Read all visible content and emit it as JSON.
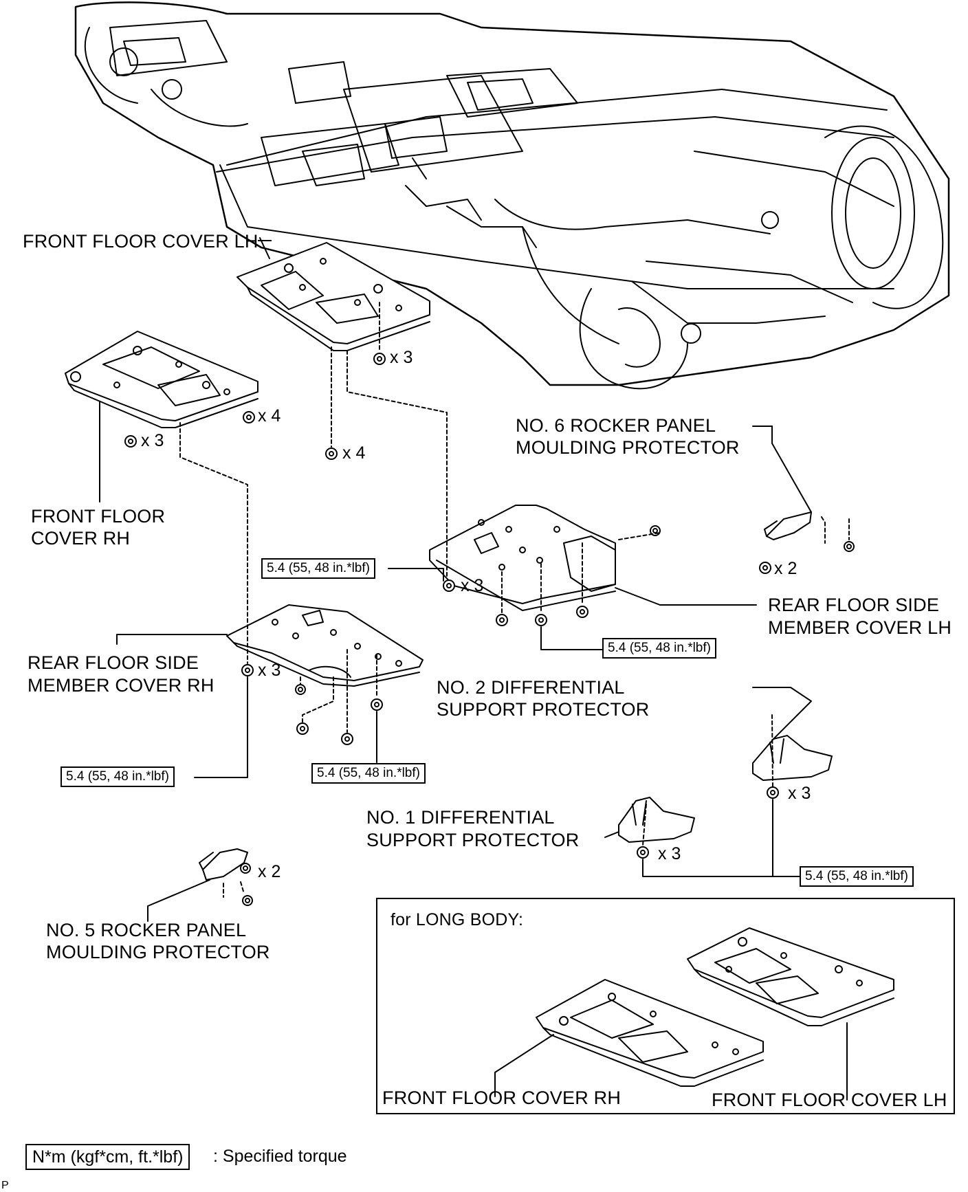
{
  "labels": {
    "front_floor_cover_lh": "FRONT FLOOR COVER LH",
    "front_floor_cover_rh_line1": "FRONT FLOOR",
    "front_floor_cover_rh_line2": "COVER RH",
    "no6_rocker_line1": "NO. 6 ROCKER PANEL",
    "no6_rocker_line2": "MOULDING PROTECTOR",
    "rear_floor_side_lh_line1": "REAR FLOOR SIDE",
    "rear_floor_side_lh_line2": "MEMBER COVER LH",
    "rear_floor_side_rh_line1": "REAR FLOOR SIDE",
    "rear_floor_side_rh_line2": "MEMBER COVER RH",
    "no2_diff_line1": "NO. 2 DIFFERENTIAL",
    "no2_diff_line2": "SUPPORT PROTECTOR",
    "no1_diff_line1": "NO. 1 DIFFERENTIAL",
    "no1_diff_line2": "SUPPORT PROTECTOR",
    "no5_rocker_line1": "NO. 5 ROCKER PANEL",
    "no5_rocker_line2": "MOULDING PROTECTOR"
  },
  "quantities": {
    "lh_clip": "x 3",
    "rh_clip_right": "x 4",
    "rh_clip_left": "x 3",
    "lh_nut": "x 4",
    "no6_clip": "x 2",
    "rear_lh_bolt": "x 3",
    "rear_rh_bolt": "x 3",
    "no5_clip": "x 2",
    "no2_bolt": "x 3",
    "no1_bolt": "x 3"
  },
  "torques": {
    "t1": "5.4 (55, 48 in.*lbf)",
    "t2": "5.4 (55, 48 in.*lbf)",
    "t3": "5.4 (55, 48 in.*lbf)",
    "t4": "5.4 (55, 48 in.*lbf)",
    "t5": "5.4 (55, 48 in.*lbf)"
  },
  "long_body": {
    "title": "for LONG BODY:",
    "rh_label": "FRONT FLOOR COVER RH",
    "lh_label": "FRONT FLOOR COVER LH"
  },
  "legend": {
    "unit": "N*m (kgf*cm, ft.*lbf)",
    "text": ": Specified torque"
  },
  "corner_code": "P"
}
